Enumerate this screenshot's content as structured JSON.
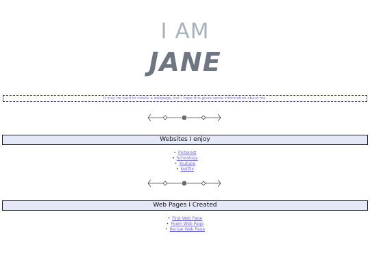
{
  "hero": {
    "line1": "I AM",
    "line2": "JANE"
  },
  "intro": "It may be hard to create a webpage, but I hope this gives some information about me.",
  "sections": [
    {
      "title": "Websites I enjoy",
      "links": [
        "Pinterest",
        "Schoology",
        "Youtube",
        "Netflix"
      ]
    },
    {
      "title": "Web Pages I Created",
      "links": [
        "First Web Page",
        "Poem Web Page",
        "Recipe Web Page"
      ]
    }
  ],
  "colors": {
    "accent": "#6b6bd8",
    "bar": "#e4e8f8",
    "hero_light": "#a7b2bd",
    "hero_dark": "#6e7781"
  },
  "icons": {
    "divider": "ornamental-divider-icon"
  }
}
